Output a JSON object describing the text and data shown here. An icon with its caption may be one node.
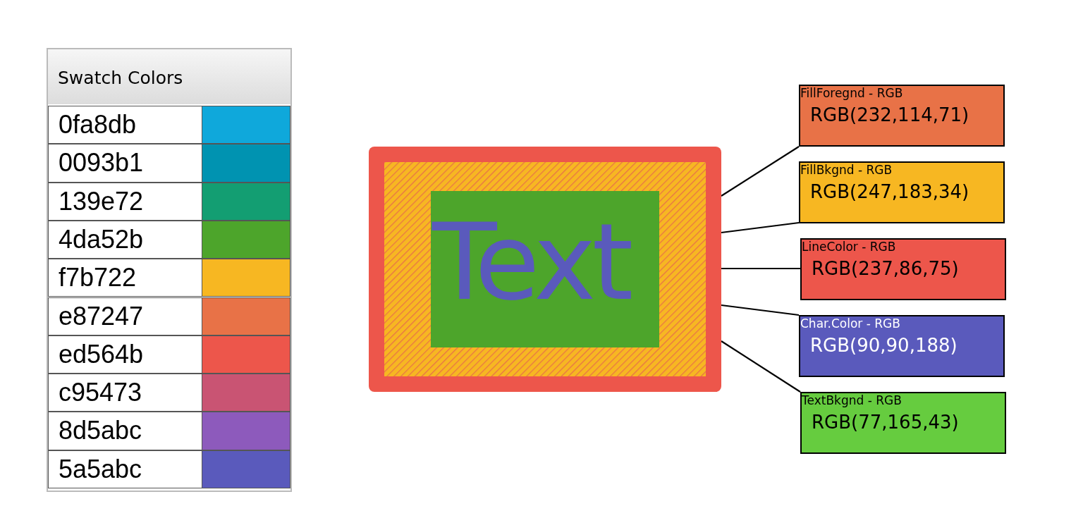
{
  "diagram": {
    "nodes": [
      {
        "text": [],
        "shape": "box"
      },
      {
        "text": [],
        "shape": "box",
        "in": 0
      },
      {
        "text": [
          "Text"
        ],
        "in": 1
      },
      {
        "text": [
          "FillForegnd - RGB",
          "RGB(232,114,71)"
        ]
      },
      {
        "text": [
          "FillBkgnd - RGB",
          "RGB(247,183,34)"
        ]
      },
      {
        "text": [
          "LineColor - RGB",
          "RGB(237,86,75)"
        ]
      },
      {
        "text": [
          "Char.Color - RGB",
          "RGB(90,90,188)"
        ]
      },
      {
        "text": [
          "TextBkgnd - RGB",
          "RGB(77,165,43)"
        ]
      }
    ],
    "edges": [
      {
        "from": 3,
        "to": 0,
        "arrow": "none"
      },
      {
        "from": 4,
        "to": 0,
        "arrow": "none"
      },
      {
        "from": 5,
        "to": 0,
        "arrow": "none"
      },
      {
        "from": 6,
        "to": 0,
        "arrow": "none"
      },
      {
        "from": 7,
        "to": 0,
        "arrow": "none"
      }
    ],
    "labels": [
      "Swatch Colors"
    ],
    "legend": [
      {
        "text": "0fa8db",
        "color": "#0fa8db"
      },
      {
        "text": "0093b1",
        "color": "#0093b1"
      },
      {
        "text": "139e72",
        "color": "#139e72"
      },
      {
        "text": "4da52b",
        "color": "#4da52b"
      },
      {
        "text": "f7b722",
        "color": "#f7b722"
      },
      {
        "text": "e87247",
        "color": "#e87247"
      },
      {
        "text": "ed564b",
        "color": "#ed564b"
      },
      {
        "text": "c95473",
        "color": "#c95473"
      },
      {
        "text": "8d5abc",
        "color": "#8d5abc"
      },
      {
        "text": "5a5abc",
        "color": "#5a5abc"
      }
    ]
  }
}
